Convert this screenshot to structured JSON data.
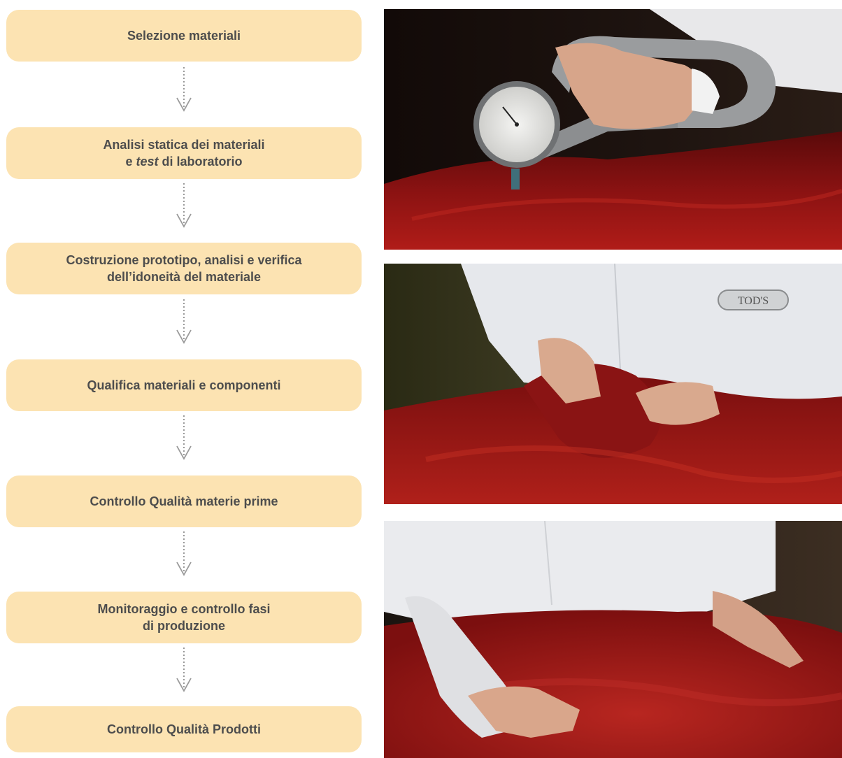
{
  "steps": [
    {
      "line1": "Selezione materiali"
    },
    {
      "line1": "Analisi statica dei materiali",
      "line2_pre": "e ",
      "line2_em": "test",
      "line2_post": " di laboratorio"
    },
    {
      "line1": "Costruzione prototipo, analisi e verifica",
      "line2": "dell’idoneità del materiale"
    },
    {
      "line1": "Qualifica materiali e componenti"
    },
    {
      "line1": "Controllo Qualità materie prime"
    },
    {
      "line1": "Monitoraggio e controllo fasi",
      "line2": "di produzione"
    },
    {
      "line1": "Controllo Qualità Prodotti"
    }
  ],
  "photos": {
    "photo1": {
      "subject": "thickness gauge measuring red leather"
    },
    "photo2": {
      "subject": "artisan handling red suede",
      "logo_text": "TOD'S"
    },
    "photo3": {
      "subject": "hands smoothing red suede"
    }
  },
  "colors": {
    "box_fill": "#fce3b2",
    "text": "#4d4d4d",
    "arrow": "#9a9a9a",
    "leather": "#9e1414"
  }
}
